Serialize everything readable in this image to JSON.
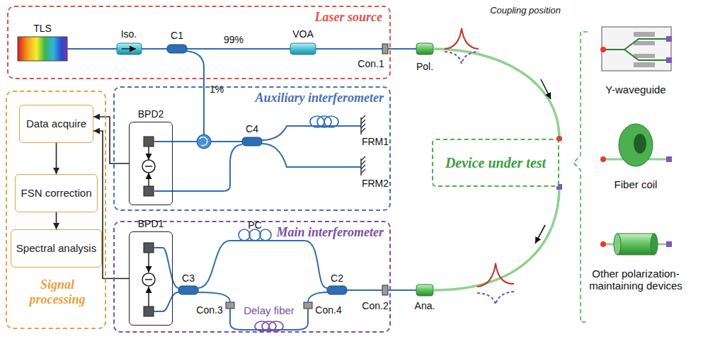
{
  "diagram": {
    "nodes": [
      {
        "text": [
          "Laser source"
        ]
      },
      {
        "text": [
          "Signal processing"
        ]
      },
      {
        "text": [
          "Data acquire"
        ],
        "in": 1
      },
      {
        "text": [
          "FSN correction"
        ],
        "in": 1
      },
      {
        "text": [
          "Spectral analysis"
        ],
        "in": 1
      },
      {
        "text": [
          "Auxiliary interferometer"
        ]
      },
      {
        "text": [
          "BPD2"
        ],
        "in": 5
      },
      {
        "text": [
          "Main interferometer"
        ]
      },
      {
        "text": [
          "BPD1"
        ],
        "in": 7
      },
      {
        "text": [
          "Device under test"
        ]
      }
    ],
    "edges": [
      {
        "from": 2,
        "to": 3,
        "arrow": "to"
      },
      {
        "from": 3,
        "to": 4,
        "arrow": "to"
      },
      {
        "from": 6,
        "to": 2,
        "arrow": "to"
      },
      {
        "from": 8,
        "to": 2,
        "arrow": "to"
      }
    ],
    "labels": [
      "TLS",
      "Iso.",
      "C1",
      "99%",
      "VOA",
      "Con.1",
      "1%",
      "C4",
      "FRM1",
      "FRM2",
      "Pol.",
      "Coupling position",
      "C3",
      "PC",
      "C2",
      "Con.2",
      "Con.3",
      "Delay fiber",
      "Con.4",
      "Ana.",
      "Y-waveguide",
      "Fiber coil",
      "Other polarization-maintaining devices"
    ]
  }
}
